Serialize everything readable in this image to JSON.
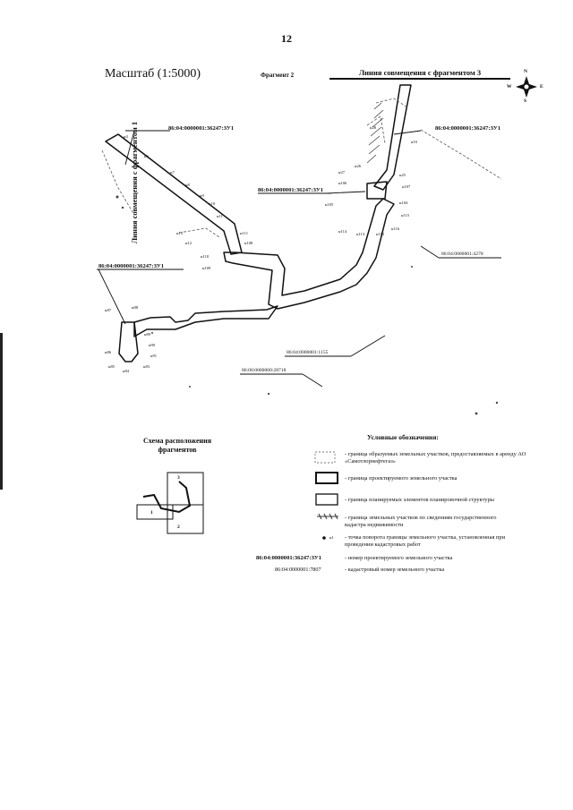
{
  "page_number": "12",
  "scale_label": "Масштаб (1:5000)",
  "fragment_label": "Фрагмент 2",
  "alignment_fragment3": "Линия совмещения с фрагментом 3",
  "alignment_fragment1": "Линия совмещения с фрагментом 1",
  "compass": {
    "n": "N",
    "s": "S",
    "w": "W",
    "e": "E"
  },
  "map_labels": {
    "parcel_top_right": "86:04:0000001:36247:ЗУ1",
    "parcel_top_left": "86:04:0000001:36247:ЗУ1",
    "parcel_center": "86:04:0000001:36247:ЗУ1",
    "parcel_bottom_left": "86:04:0000001:36247:ЗУ1",
    "cad_4278": "86:04:0000001:4278",
    "cad_1155": "86:04:0000001:1155",
    "cad_28718": "86:00:0000000:28718"
  },
  "points": {
    "n4": "н4",
    "n6": "н6",
    "n7": "н7",
    "n8": "н8",
    "n9": "н9",
    "n10": "н10",
    "n11": "н11",
    "n12": "н12",
    "n13": "н13",
    "n109": "н109",
    "n110": "н110",
    "n111": "н111",
    "n108": "н108",
    "n27": "н27",
    "n26": "н26",
    "n25": "н25",
    "n28": "н28",
    "n53": "н53",
    "n107": "н107",
    "n106": "н106",
    "n105": "н105",
    "n104": "н104",
    "n113": "н113",
    "n114": "н114",
    "n115": "н115",
    "n116": "н116",
    "n112": "н112",
    "n87": "н87",
    "n88": "н88",
    "n89": "н89",
    "n90": "н90",
    "n91": "н91",
    "n86": "н86",
    "n85": "н85",
    "n84": "н84",
    "n83": "н83"
  },
  "scheme": {
    "title_line1": "Схема расположения",
    "title_line2": "фрагментов",
    "n1": "1",
    "n2": "2",
    "n3": "3"
  },
  "legend": {
    "title": "Условные обозначения:",
    "item1": "- граница образуемых земельных участков, предоставляемых в аренду АО «Самотлорнефтегаз»",
    "item2": "- граница проектируемого земельного участка",
    "item3": "- граница планируемых элементов планировочной структуры",
    "item4": "- граница земельных участков по сведениям государственного кадастра недвижимости",
    "item5_symbol": "н1",
    "item5": "- точка поворота границы земельного участка, установленная при проведении кадастровых работ",
    "item6_num": "86:04:0000001:36247:ЗУ1",
    "item6": "- номер проектируемого земельного участка",
    "item7_num": "86:04:0000001:7807",
    "item7": "- кадастровый номер земельного участка"
  }
}
